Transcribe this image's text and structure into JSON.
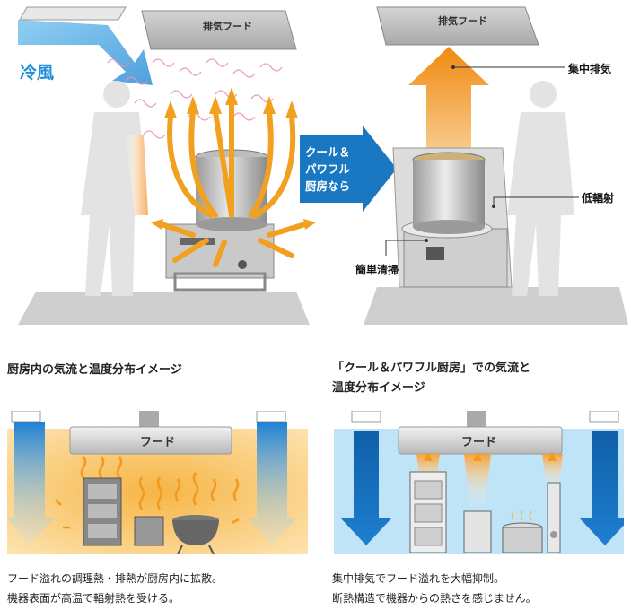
{
  "top_left": {
    "hood_label": "排気フード",
    "cold_wind_label": "冷風"
  },
  "middle_arrow": {
    "lines": [
      "クール＆",
      "パワフル",
      "厨房なら"
    ]
  },
  "top_right": {
    "hood_label": "排気フード",
    "callout_exhaust": "集中排気",
    "callout_low_radiation": "低輻射",
    "callout_easy_clean": "簡単清掃"
  },
  "bottom_left": {
    "title": "厨房内の気流と温度分布イメージ",
    "hood_label": "フード",
    "caption_lines": [
      "フード溢れの調理熱・排熱が厨房内に拡散。",
      "機器表面が高温で輻射熱を受ける。"
    ]
  },
  "bottom_right": {
    "title_lines": [
      "「クール＆パワフル厨房」での気流と",
      "温度分布イメージ"
    ],
    "hood_label": "フード",
    "caption_lines": [
      "集中排気でフード溢れを大幅抑制。",
      "断熱構造で機器からの熱さを感じません。"
    ]
  },
  "colors": {
    "cold_blue": "#1e8fd6",
    "heat_orange": "#f29a1f",
    "arrow_blue": "#1a78c2",
    "floor_gray": "#c8c8c8",
    "warm_bg": "#fde3b0",
    "cool_bg": "#bfe3f7"
  }
}
